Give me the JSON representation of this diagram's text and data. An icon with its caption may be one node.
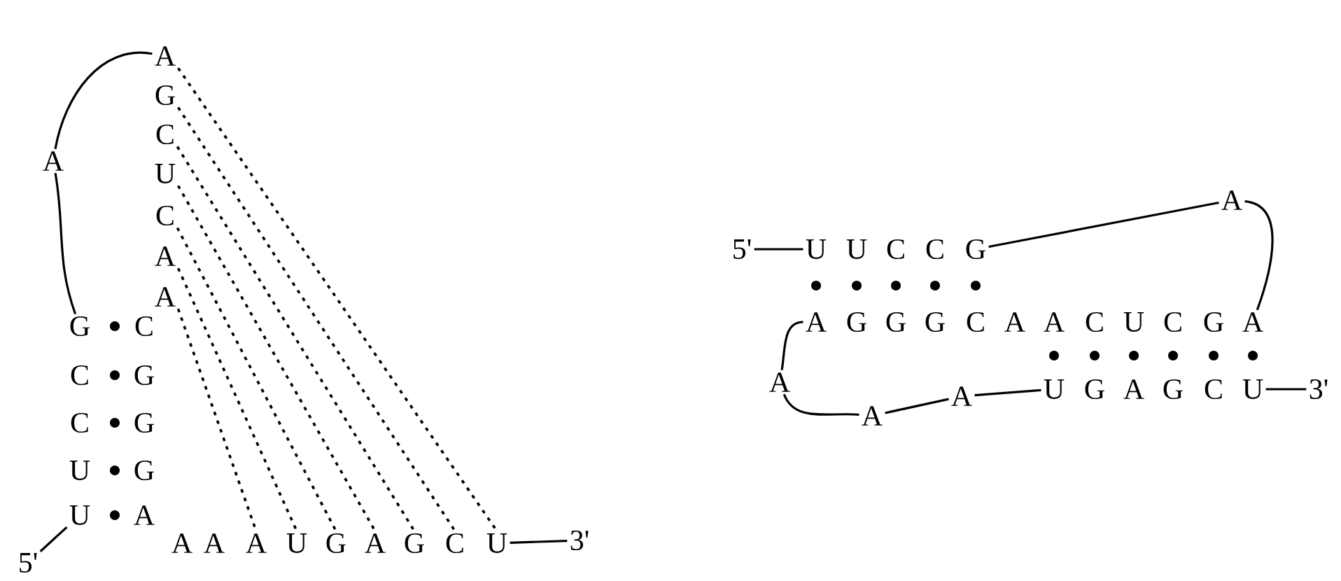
{
  "diagram": {
    "nodes": [
      {
        "text": [
          "A"
        ]
      },
      {
        "text": [
          "G"
        ]
      },
      {
        "text": [
          "C"
        ]
      },
      {
        "text": [
          "U"
        ]
      },
      {
        "text": [
          "C"
        ]
      },
      {
        "text": [
          "A"
        ]
      },
      {
        "text": [
          "A"
        ]
      },
      {
        "text": [
          "A"
        ]
      },
      {
        "text": [
          "G"
        ]
      },
      {
        "text": [
          "C"
        ]
      },
      {
        "text": [
          "C"
        ]
      },
      {
        "text": [
          "G"
        ]
      },
      {
        "text": [
          "C"
        ]
      },
      {
        "text": [
          "G"
        ]
      },
      {
        "text": [
          "U"
        ]
      },
      {
        "text": [
          "G"
        ]
      },
      {
        "text": [
          "U"
        ]
      },
      {
        "text": [
          "A"
        ]
      },
      {
        "text": [
          "A"
        ]
      },
      {
        "text": [
          "A"
        ]
      },
      {
        "text": [
          "A"
        ]
      },
      {
        "text": [
          "U"
        ]
      },
      {
        "text": [
          "G"
        ]
      },
      {
        "text": [
          "A"
        ]
      },
      {
        "text": [
          "G"
        ]
      },
      {
        "text": [
          "C"
        ]
      },
      {
        "text": [
          "U"
        ]
      },
      {
        "text": [
          "3'"
        ]
      },
      {
        "text": [
          "5'"
        ]
      },
      {
        "text": [
          "A"
        ]
      },
      {
        "text": [
          "5'"
        ]
      },
      {
        "text": [
          "U"
        ]
      },
      {
        "text": [
          "U"
        ]
      },
      {
        "text": [
          "C"
        ]
      },
      {
        "text": [
          "C"
        ]
      },
      {
        "text": [
          "G"
        ]
      },
      {
        "text": [
          "A"
        ]
      },
      {
        "text": [
          "G"
        ]
      },
      {
        "text": [
          "G"
        ]
      },
      {
        "text": [
          "G"
        ]
      },
      {
        "text": [
          "C"
        ]
      },
      {
        "text": [
          "A"
        ]
      },
      {
        "text": [
          "A"
        ]
      },
      {
        "text": [
          "C"
        ]
      },
      {
        "text": [
          "U"
        ]
      },
      {
        "text": [
          "C"
        ]
      },
      {
        "text": [
          "G"
        ]
      },
      {
        "text": [
          "A"
        ]
      },
      {
        "text": [
          "A"
        ]
      },
      {
        "text": [
          "A"
        ]
      },
      {
        "text": [
          "A"
        ]
      },
      {
        "text": [
          "U"
        ]
      },
      {
        "text": [
          "G"
        ]
      },
      {
        "text": [
          "A"
        ]
      },
      {
        "text": [
          "G"
        ]
      },
      {
        "text": [
          "C"
        ]
      },
      {
        "text": [
          "U"
        ]
      },
      {
        "text": [
          "3'"
        ]
      }
    ],
    "edges": [
      {
        "from": 28,
        "to": 16,
        "arrow": "none"
      },
      {
        "from": 8,
        "to": 7,
        "arrow": "none"
      },
      {
        "from": 7,
        "to": 0,
        "arrow": "none"
      },
      {
        "from": 26,
        "to": 27,
        "arrow": "none"
      },
      {
        "from": 0,
        "to": 26,
        "arrow": "none",
        "style": "dashed"
      },
      {
        "from": 1,
        "to": 25,
        "arrow": "none",
        "style": "dashed"
      },
      {
        "from": 2,
        "to": 24,
        "arrow": "none",
        "style": "dashed"
      },
      {
        "from": 3,
        "to": 23,
        "arrow": "none",
        "style": "dashed"
      },
      {
        "from": 4,
        "to": 22,
        "arrow": "none",
        "style": "dashed"
      },
      {
        "from": 5,
        "to": 21,
        "arrow": "none",
        "style": "dashed"
      },
      {
        "from": 6,
        "to": 20,
        "arrow": "none",
        "style": "dashed"
      },
      {
        "from": 30,
        "to": 31,
        "arrow": "none"
      },
      {
        "from": 35,
        "to": 29,
        "arrow": "none"
      },
      {
        "from": 29,
        "to": 47,
        "arrow": "none"
      },
      {
        "from": 36,
        "to": 48,
        "arrow": "none"
      },
      {
        "from": 48,
        "to": 49,
        "arrow": "none"
      },
      {
        "from": 49,
        "to": 50,
        "arrow": "none"
      },
      {
        "from": 50,
        "to": 51,
        "arrow": "none"
      },
      {
        "from": 56,
        "to": 57,
        "arrow": "none"
      }
    ]
  }
}
